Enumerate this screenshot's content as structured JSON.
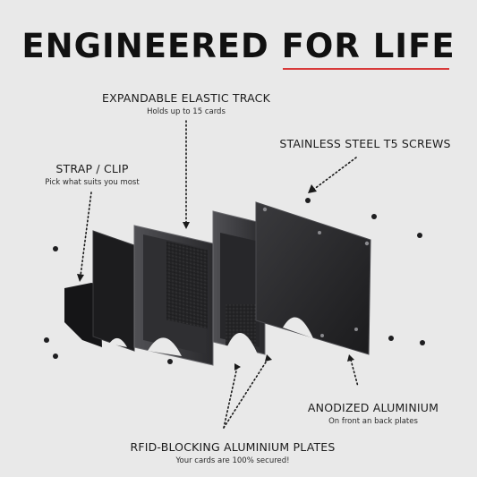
{
  "headline": {
    "part1": "ENGINEERED ",
    "part2": "FOR LIFE"
  },
  "labels": {
    "elastic": {
      "title": "EXPANDABLE ELASTIC TRACK",
      "sub": "Holds up to 15 cards"
    },
    "screws": {
      "title": "STAINLESS STEEL T5 SCREWS"
    },
    "strap": {
      "title": "STRAP / CLIP",
      "sub": "Pick what suits you most"
    },
    "anodized": {
      "title": "ANODIZED ALUMINIUM",
      "sub": "On front an back plates"
    },
    "rfid": {
      "title": "RFID-BLOCKING ALUMINIUM PLATES",
      "sub": "Your cards are 100% secured!"
    }
  },
  "colors": {
    "background": "#e9e9e9",
    "accent_underline": "#d83a3a",
    "plate_dark": "#2b2b2d",
    "plate_black": "#141416"
  }
}
